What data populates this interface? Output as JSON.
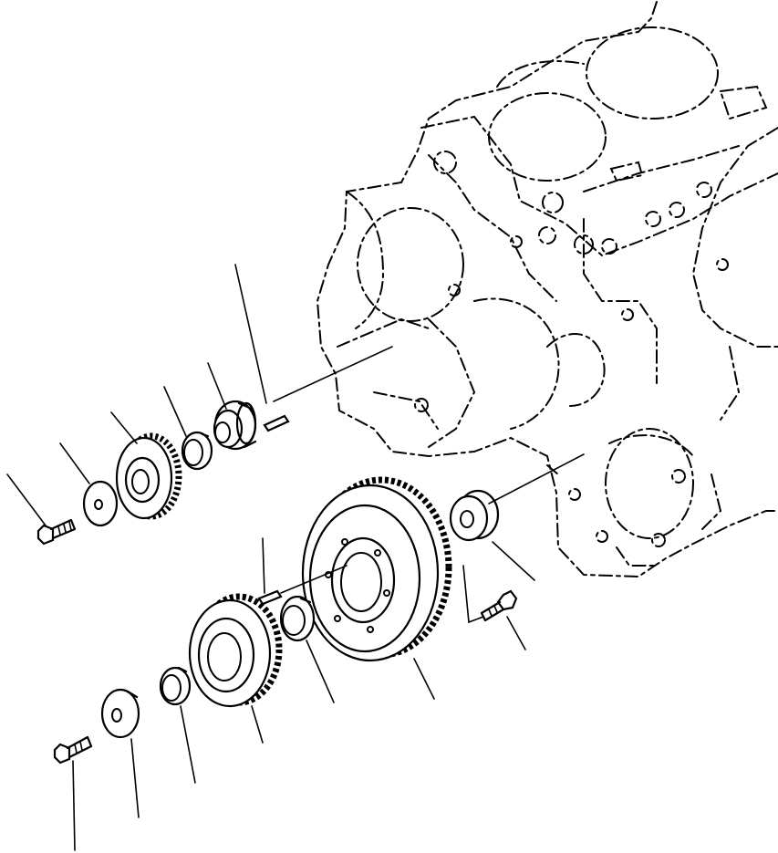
{
  "diagram": {
    "parts": [
      "engine-block",
      "idler-shaft",
      "idler-bushing-upper",
      "idler-gear-upper",
      "thrust-washer-upper",
      "bolt-upper",
      "dowel-pin-upper",
      "crank-gear",
      "crank-bushing",
      "seal-washer",
      "bolt-right",
      "idler-gear-lower",
      "idler-bushing-lower",
      "thrust-washer-lower",
      "bolt-lower",
      "dowel-pin-lower"
    ],
    "leader_count": 15,
    "line_color": "#000000",
    "background_color": "#ffffff"
  }
}
